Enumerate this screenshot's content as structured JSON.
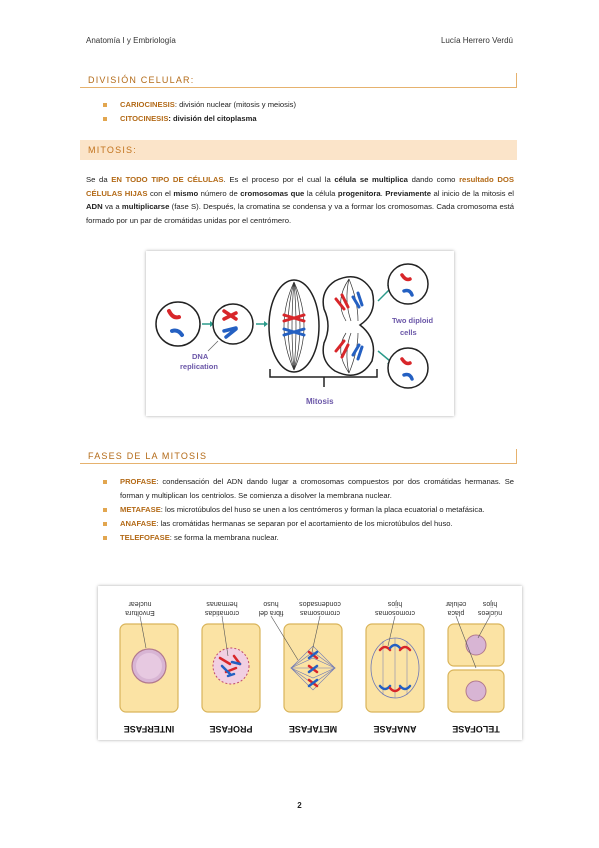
{
  "header": {
    "left": "Anatomía I y Embriología",
    "right": "Lucía Herrero Verdú"
  },
  "section1": {
    "title": "DIVISIÓN CELULAR:",
    "items": [
      {
        "term": "CARIOCINESIS",
        "text": ": división nuclear (mitosis y meiosis)"
      },
      {
        "term": "CITOCINESIS",
        "text": ": división del citoplasma"
      }
    ]
  },
  "section2": {
    "title": "MITOSIS:",
    "paragraph": {
      "p1": "Se da ",
      "p2": "EN TODO TIPO DE CÉLULAS",
      "p3": ". Es el proceso por el cual la ",
      "p4": "célula se multiplica",
      "p5": " dando como ",
      "p6": "resultado DOS CÉLULAS HIJAS",
      "p7": " con el ",
      "p8": "mismo",
      "p9": " número de ",
      "p10": "cromosomas que",
      "p11": " la célula ",
      "p12": "progenitora",
      "p13": ". ",
      "p14": "Previamente",
      "p15": " al inicio de la mitosis el ",
      "p16": "ADN",
      "p17": " va a ",
      "p18": "multiplicarse",
      "p19": " (fase S). Después, la cromatina se condensa y va a formar los cromosomas. Cada cromosoma está formado por un par de cromátidas unidas por el centrómero."
    },
    "figure": {
      "label_replication": "DNA replication",
      "label_diploid": "Two diploid cells",
      "label_mitosis": "Mitosis"
    }
  },
  "section3": {
    "title": "FASES DE LA MITOSIS",
    "items": [
      {
        "term": "PROFASE",
        "text": ": condensación del ADN dando lugar a cromosomas compuestos por dos cromátidas hermanas. Se forman y multiplican los centriolos. Se comienza a disolver la membrana nuclear."
      },
      {
        "term": "METAFASE",
        "text": ": los microtúbulos del huso se unen a los centrómeros y forman la placa ecuatorial o metafásica."
      },
      {
        "term": "ANAFASE",
        "text": ": las cromátidas hermanas se separan por el acortamiento de los microtúbulos del huso."
      },
      {
        "term": "TELEFOFASE",
        "text": ": se forma la membrana nuclear."
      }
    ],
    "figure": {
      "phases": [
        "INTERFASE",
        "PROFASE",
        "METAFASE",
        "ANAFASE",
        "TELOFASE"
      ],
      "labels": {
        "envoltura": "Envoltura nuclear",
        "cromatidas": "cromatidas hermanas",
        "huso": "huso fibra del",
        "condensados": "cromosomas condensados",
        "hijos": "cromosomas hijos",
        "placa": "placa celular",
        "nucleos": "núcleos hijos"
      }
    }
  },
  "page_number": "2",
  "colors": {
    "accent": "#b36a17",
    "band": "#fbe4c9",
    "bullet": "#e2a64f",
    "chrom_red": "#d8262a",
    "chrom_blue": "#2460c2"
  }
}
